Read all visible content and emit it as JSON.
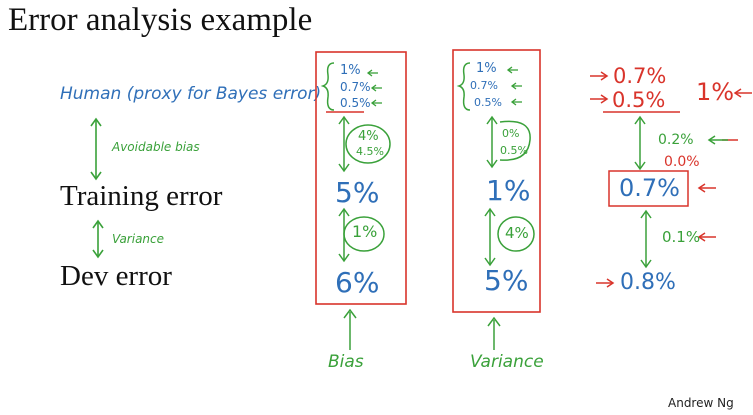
{
  "slide": {
    "title": "Error analysis example",
    "author": "Andrew Ng",
    "labels": {
      "human": "Human (proxy for Bayes error)",
      "training": "Training error",
      "dev": "Dev error",
      "avoidable_bias": "Avoidable bias",
      "variance": "Variance"
    }
  },
  "example_bias": {
    "human_values": [
      "1%",
      "0.7%",
      "0.5%"
    ],
    "gap_train": [
      "4%",
      "4.5%"
    ],
    "training": "5%",
    "gap_dev": "1%",
    "dev": "6%",
    "caption": "Bias"
  },
  "example_variance": {
    "human_values": [
      "1%",
      "0.7%",
      "0.5%"
    ],
    "gap_train": [
      "0%",
      "0.5%"
    ],
    "training": "1%",
    "gap_dev": "4%",
    "dev": "5%",
    "caption": "Variance"
  },
  "example_three": {
    "human_values": [
      "0.7%",
      "0.5%"
    ],
    "human_aside": "1%",
    "gap_train": [
      "0.2%",
      "0.0%"
    ],
    "training": "0.7%",
    "gap_dev": "0.1%",
    "dev": "0.8%"
  },
  "colors": {
    "blue": "#2f6fb8",
    "green": "#3aa13a",
    "red": "#d9342b",
    "text": "#111111"
  }
}
